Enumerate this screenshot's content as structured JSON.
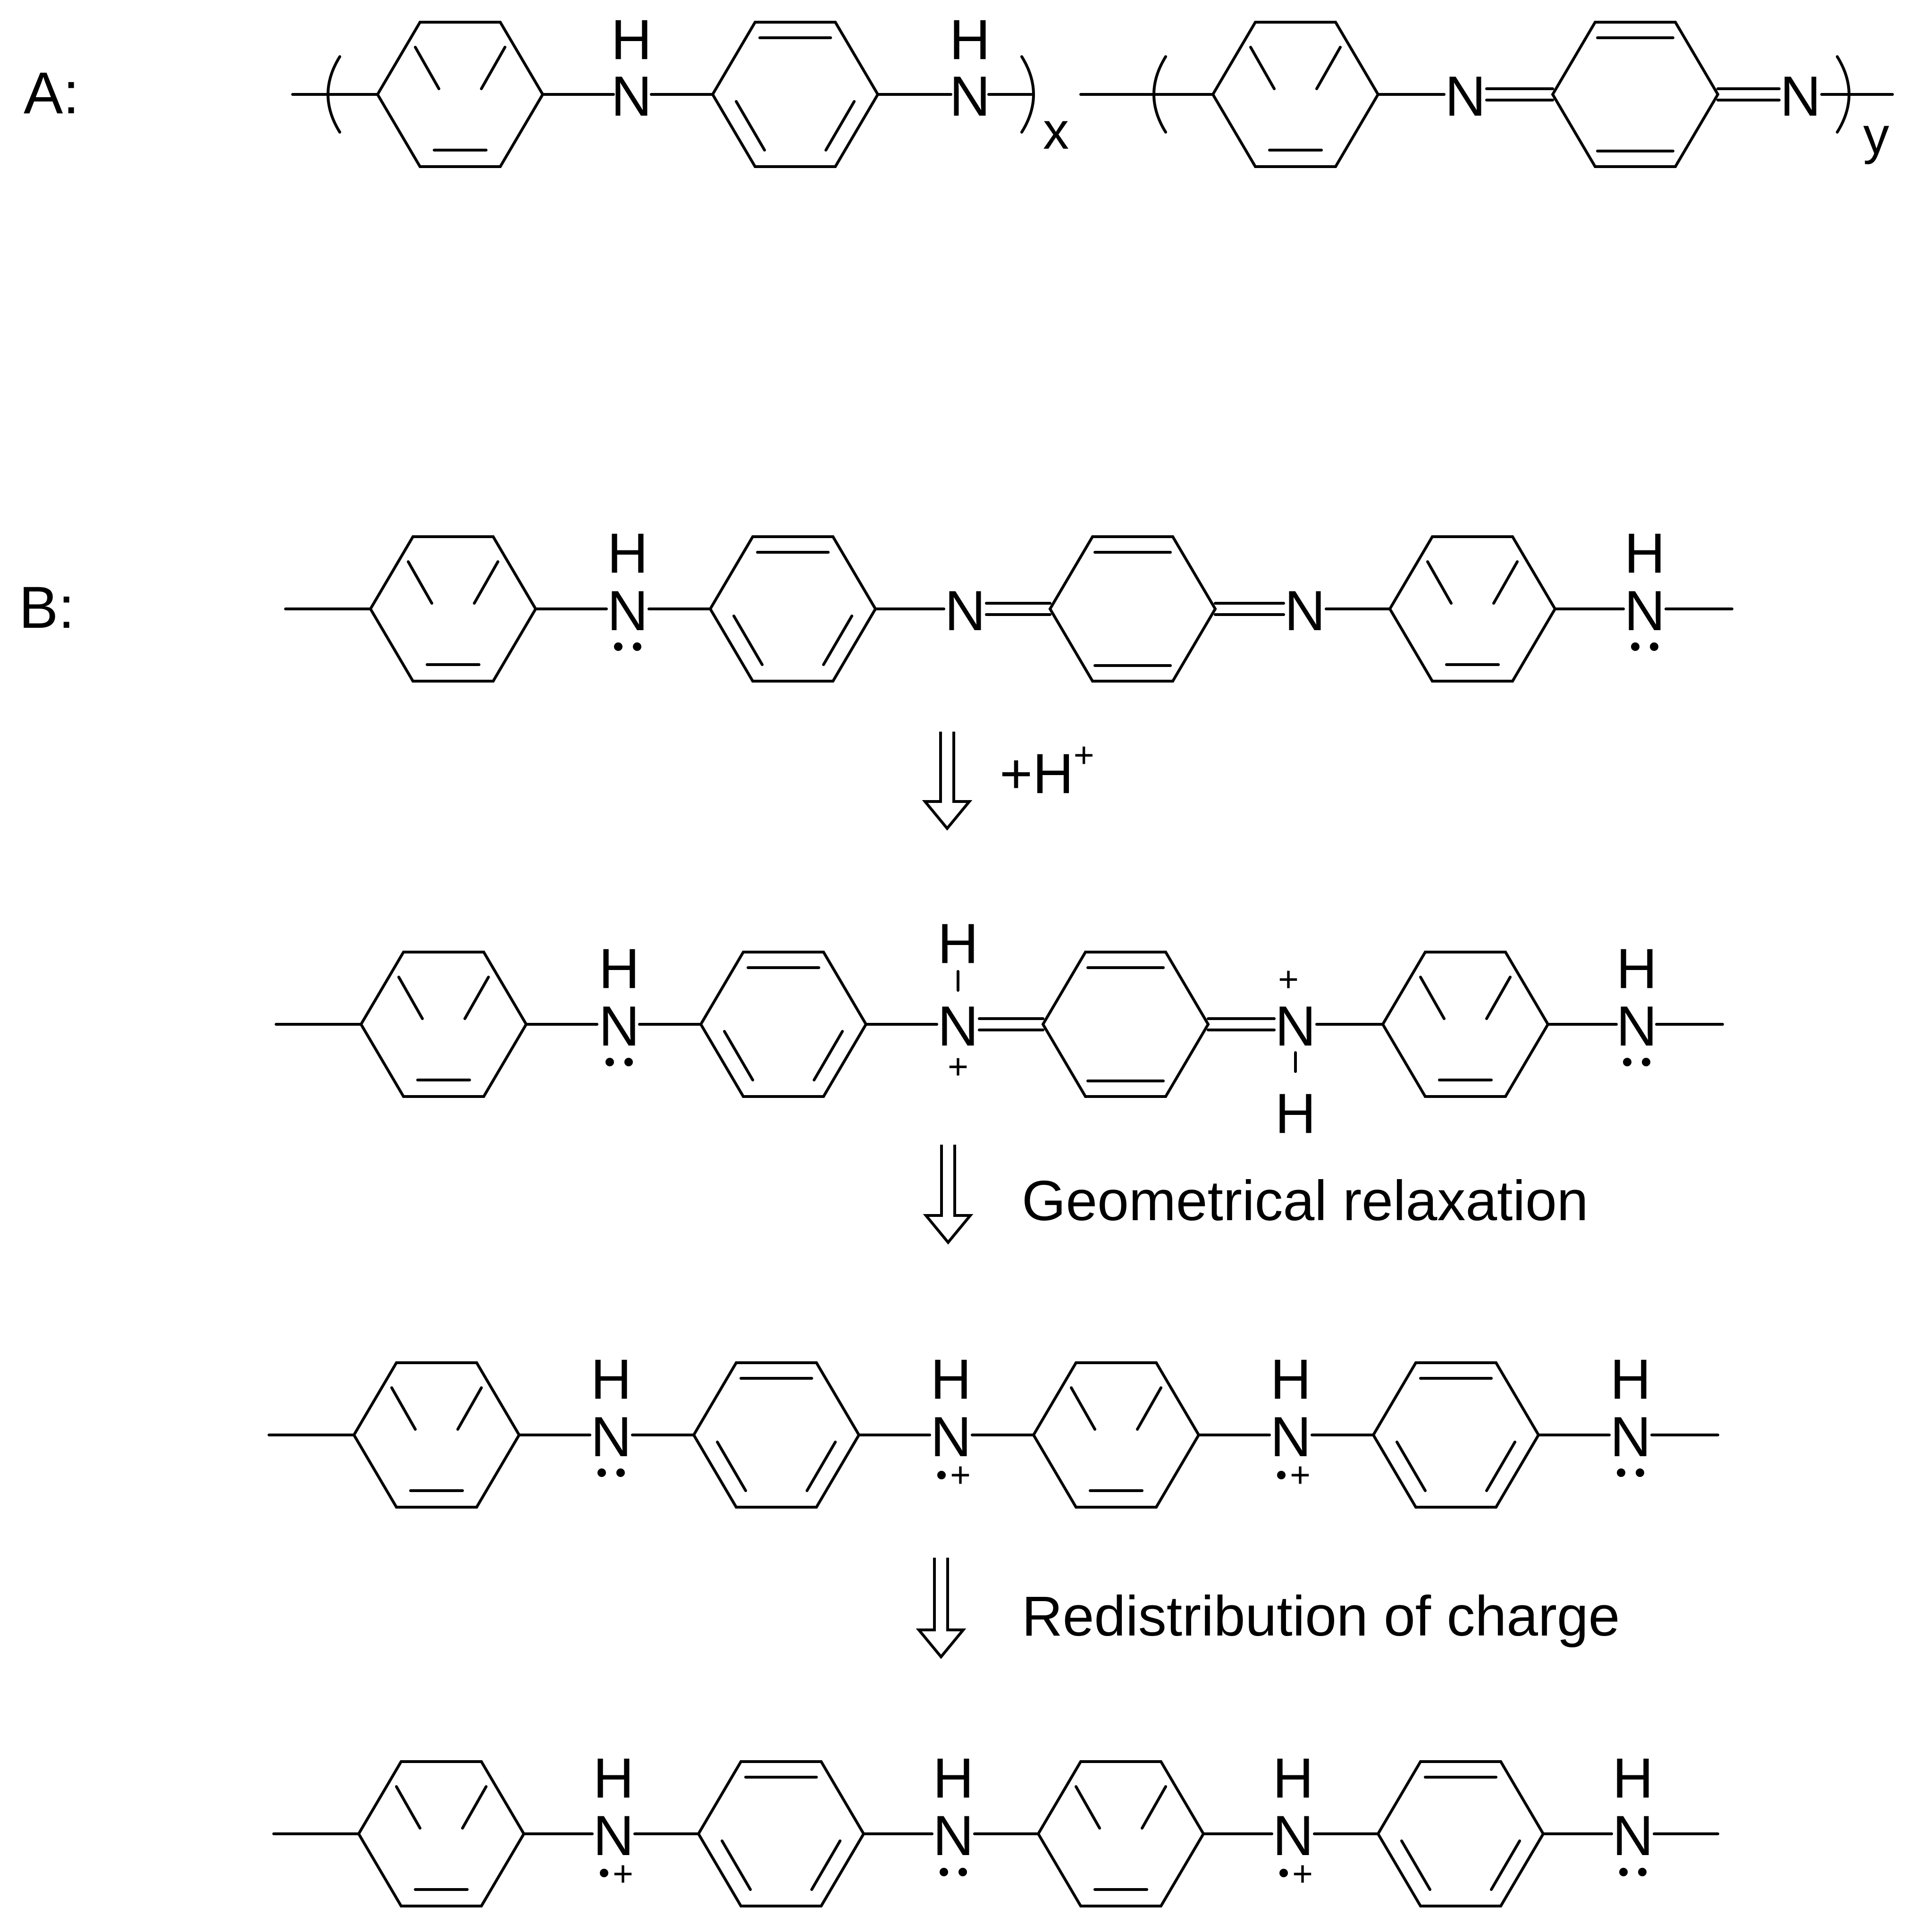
{
  "panel_labels": {
    "a": "A:",
    "b": "B:"
  },
  "atoms": {
    "nitrogen": "N",
    "hydrogen": "H",
    "plus": "+",
    "x": "x",
    "y": "y"
  },
  "steps": [
    {
      "reagent": "+H",
      "reagent_sup": "+"
    },
    {
      "caption": "Geometrical relaxation"
    },
    {
      "caption": "Redistribution of charge"
    }
  ]
}
